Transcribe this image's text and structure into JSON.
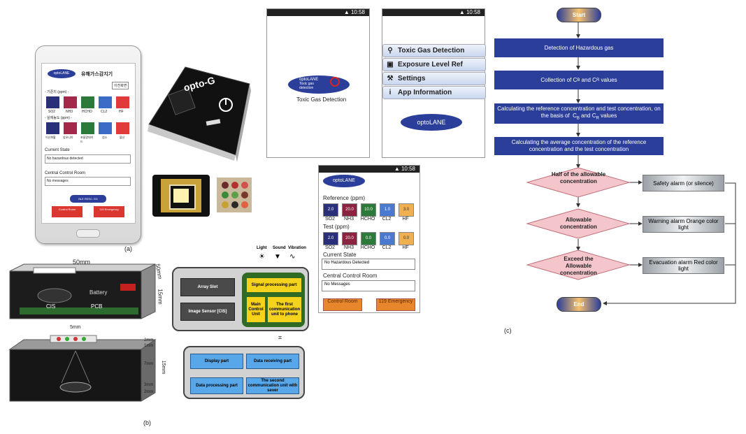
{
  "panel_labels": {
    "a": "(a)",
    "b": "(b)",
    "c": "(c)"
  },
  "phone_app": {
    "logo": "optoLANE",
    "title": "유해가스감지기",
    "button": "이전화면",
    "section1": "- 기준치 (ppm) -",
    "section2": "- 실제농도 (ppm) -",
    "gases": [
      "SO2",
      "NH3",
      "HCHO",
      "CL2",
      "HF"
    ],
    "gases_kr": [
      "이산화황",
      "암모니아",
      "포름알데히드",
      "염소",
      "불산"
    ],
    "current_state_label": "Current State",
    "current_state_value": "No hazardous detected",
    "control_room_label": "Central Control Room",
    "control_room_value": "No messages",
    "ble_button": "BLE RESC. ED",
    "btn_control": "Control Room",
    "btn_emergency": "119 Emergency"
  },
  "device": {
    "brand": "opto-G"
  },
  "screen1": {
    "time": "10:58",
    "logo_lines": [
      "optoLANE",
      "Toxic gas",
      "detection"
    ],
    "caption": "Toxic Gas Detection"
  },
  "screen2": {
    "time": "10:58",
    "menu": [
      "Toxic Gas Detection",
      "Exposure Level Ref",
      "Settings",
      "App Information"
    ],
    "menu_icons": [
      "search-icon",
      "document-icon",
      "wrench-icon",
      "info-icon"
    ],
    "logo": "optoLANE"
  },
  "screen3": {
    "time": "10:58",
    "logo": "optoLANE",
    "reference_label": "Reference (ppm)",
    "reference_values": [
      "2.0",
      "20.0",
      "10.0",
      "1.0",
      "3.0"
    ],
    "test_label": "Test (ppm)",
    "test_values": [
      "2.0",
      "20.0",
      "0.0",
      "0.0",
      "0.0"
    ],
    "gases": [
      "SO2",
      "NH3",
      "HCHO",
      "CL2",
      "HF"
    ],
    "current_state_label": "Current State",
    "current_state_value": "No Hazardous Detected",
    "control_room_label": "Central Control Room",
    "control_room_value": "No Messages",
    "btn_control": "Control Room",
    "btn_emergency": "119 Emergency"
  },
  "cross_section": {
    "width": "50mm",
    "depth": "50mm",
    "height": "15mm",
    "battery": "Battery",
    "cis": "CIS",
    "pcb": "PCB"
  },
  "cross_section2": {
    "window": "5mm",
    "dims": [
      "2mm",
      "1mm",
      "7mm",
      "3mm",
      "2mm"
    ],
    "total": "15mm"
  },
  "block_diagram": {
    "sensors": [
      "Light",
      "Sound",
      "Vibration"
    ],
    "array_slot": "Array Slot",
    "image_sensor": "Image Sensor [CIS]",
    "signal_processing": "Signal processing part",
    "main_control": "Main Control Unit",
    "first_comm": "The first communication unit to phone",
    "display": "Display part",
    "data_receiving": "Data receiving part",
    "data_processing": "Data processing part",
    "second_comm": "The second communication unit with sever"
  },
  "flowchart": {
    "start": "Start",
    "step1": "Detection of  Hazardous gas",
    "step2": "Collection of C_B and C_R values",
    "step3": "Calculating the reference concentration and test concentration, on the basis of  C_B and C_R values",
    "step4": "Calculating the average concentration of the reference concentration and the test concentration",
    "decision1": "Half of the allowable concentration",
    "decision2": "Allowable concentration",
    "decision3": "Exceed the Allowable concentration",
    "alarm1": "Safety alarm (or silence)",
    "alarm2": "Warning alarm Orange color light",
    "alarm3": "Evacuation alarm Red color light",
    "end": "End"
  },
  "colors": {
    "flow_blue": "#2b3e9a",
    "diamond": "#f4c6cc",
    "diamond_border": "#c0707a",
    "block_green": "#2f6b25",
    "block_yellow": "#f5d21c",
    "block_blue": "#58a7e8"
  }
}
